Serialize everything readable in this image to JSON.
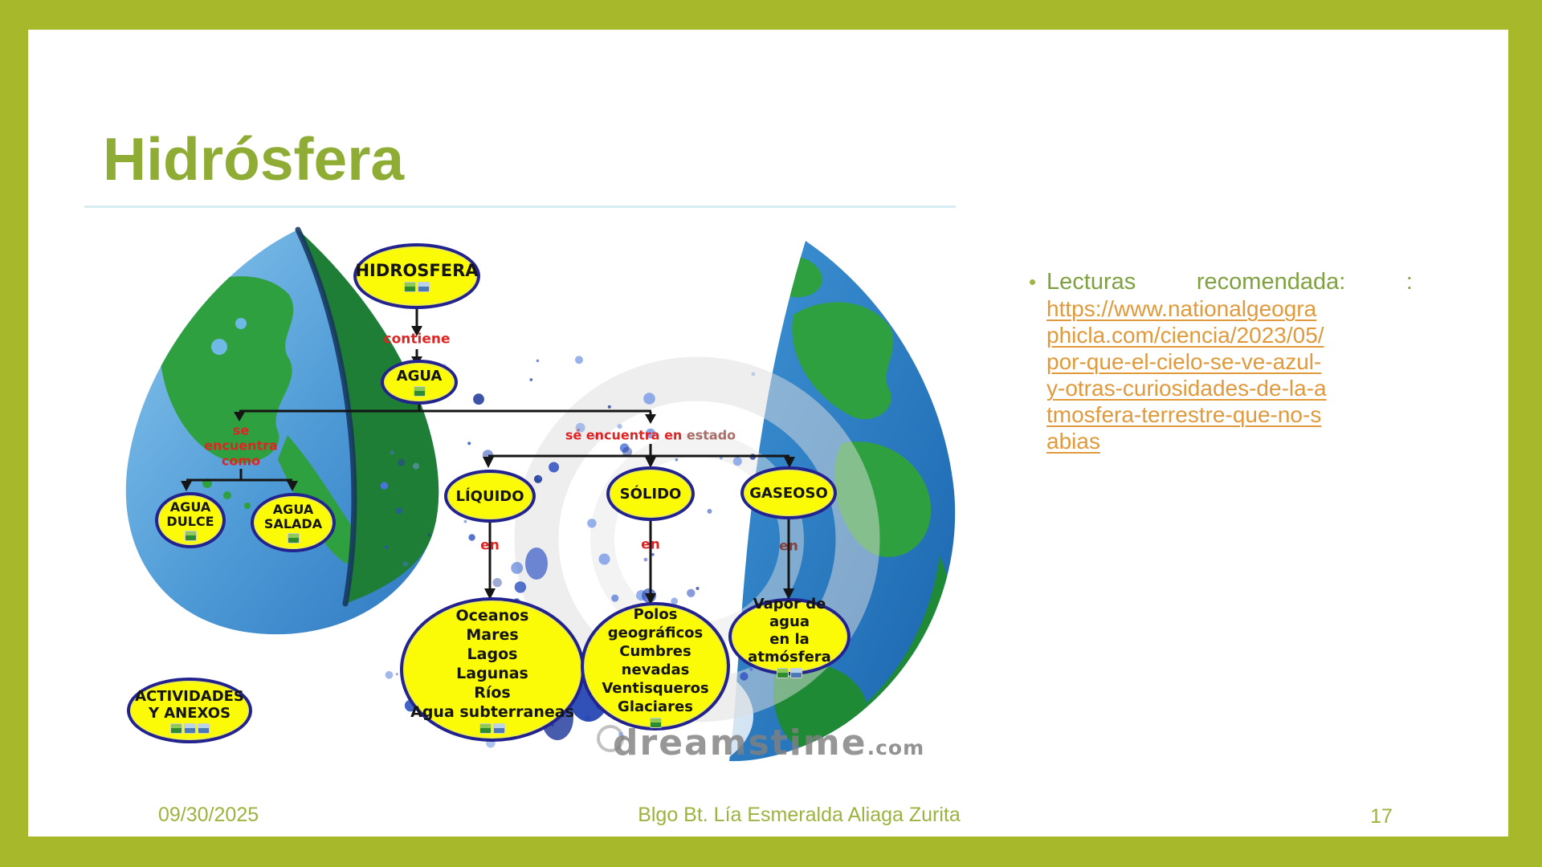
{
  "slide": {
    "title": "Hidrósfera",
    "page_number": "17",
    "date": "09/30/2025",
    "author": "Blgo Bt. Lía Esmeralda Aliaga Zurita"
  },
  "reading": {
    "bullet": "•",
    "label_word1": "Lecturas",
    "label_word2": "recomendada:",
    "label_word3": ":",
    "link_lines": [
      "https://www.nationalgeogra",
      "phicla.com/ciencia/2023/05/",
      "por-que-el-cielo-se-ve-azul-",
      "y-otras-curiosidades-de-la-a",
      "tmosfera-terrestre-que-no-s",
      "abias"
    ]
  },
  "diagram": {
    "nodes": {
      "hidrosfera": {
        "label": "HIDROSFERA"
      },
      "agua": {
        "label": "AGUA"
      },
      "agua_dulce": {
        "lines": [
          "AGUA",
          "DULCE"
        ]
      },
      "agua_salada": {
        "lines": [
          "AGUA",
          "SALADA"
        ]
      },
      "liquido": {
        "label": "LÍQUIDO"
      },
      "solido": {
        "label": "SÓLIDO"
      },
      "gaseoso": {
        "label": "GASEOSO"
      },
      "liquido_formas": {
        "lines": [
          "Oceanos",
          "Mares",
          "Lagos",
          "Lagunas",
          "Ríos",
          "Agua subterraneas"
        ]
      },
      "solido_formas": {
        "lines": [
          "Polos",
          "geográficos",
          "Cumbres",
          "nevadas",
          "Ventisqueros",
          "Glaciares"
        ]
      },
      "gaseoso_forma": {
        "lines": [
          "Vapor de agua",
          "en la atmósfera"
        ]
      },
      "actividades": {
        "lines": [
          "ACTIVIDADES",
          "Y ANEXOS"
        ]
      }
    },
    "edge_labels": {
      "contiene": "contiene",
      "se_encuentra_como": [
        "se",
        "encuentra",
        "como"
      ],
      "se_encuentra_en": "sé encuentra en",
      "estado": "estado",
      "en_liquido": "en",
      "en_solido": "en",
      "en_gaseoso": "en"
    },
    "watermark": {
      "brand": "dreamstime",
      "tld": ".com"
    }
  },
  "colors": {
    "frame": "#A7B92B",
    "title": "#8FAD35",
    "reading_text": "#7FA141",
    "link": "#E09A3C",
    "node_fill": "#FBFB07",
    "node_border": "#23238F",
    "edge_label": "#E02424",
    "footer_text": "#9BB33F"
  }
}
